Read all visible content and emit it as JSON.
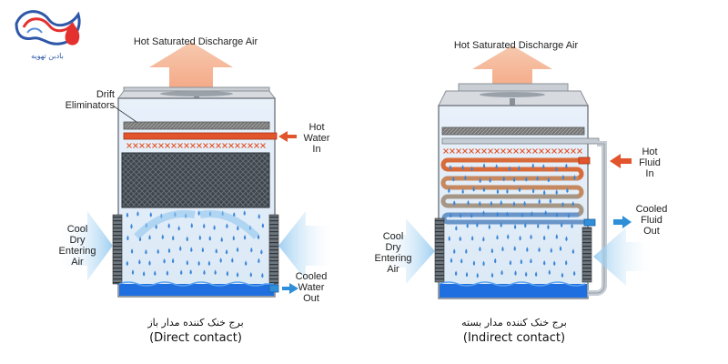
{
  "logo": {
    "text": "بادبن تهویه",
    "colors": {
      "red": "#e4312f",
      "blue": "#2e57a8",
      "light_blue": "#5b8fd9"
    }
  },
  "colors": {
    "hot": "#e2542b",
    "cold": "#2e8fd8",
    "water_blue": "#1f6fe0",
    "tower_wall": "#ebf2fa",
    "fill_dark": "#444a52",
    "arrow_orange": "#f08a5d",
    "air_blue": "#b6dbf5"
  },
  "left_tower": {
    "top_label": "Hot Saturated Discharge Air",
    "drift_label": [
      "Drift",
      "Eliminators"
    ],
    "hot_in_label": [
      "Hot",
      "Water",
      "In"
    ],
    "cool_air_label": [
      "Cool",
      "Dry",
      "Entering",
      "Air"
    ],
    "cooled_out_label": [
      "Cooled",
      "Water",
      "Out"
    ],
    "caption_fa": "برج خنک کننده مدار باز",
    "caption_en": "(Direct contact)"
  },
  "right_tower": {
    "top_label": "Hot Saturated Discharge Air",
    "hot_in_label": [
      "Hot",
      "Fluid",
      "In"
    ],
    "cooled_out_label": [
      "Cooled",
      "Fluid",
      "Out"
    ],
    "cool_air_label": [
      "Cool",
      "Dry",
      "Entering",
      "Air"
    ],
    "caption_fa": "برج خنک کننده مدار بسته",
    "caption_en": "(Indirect contact)"
  }
}
